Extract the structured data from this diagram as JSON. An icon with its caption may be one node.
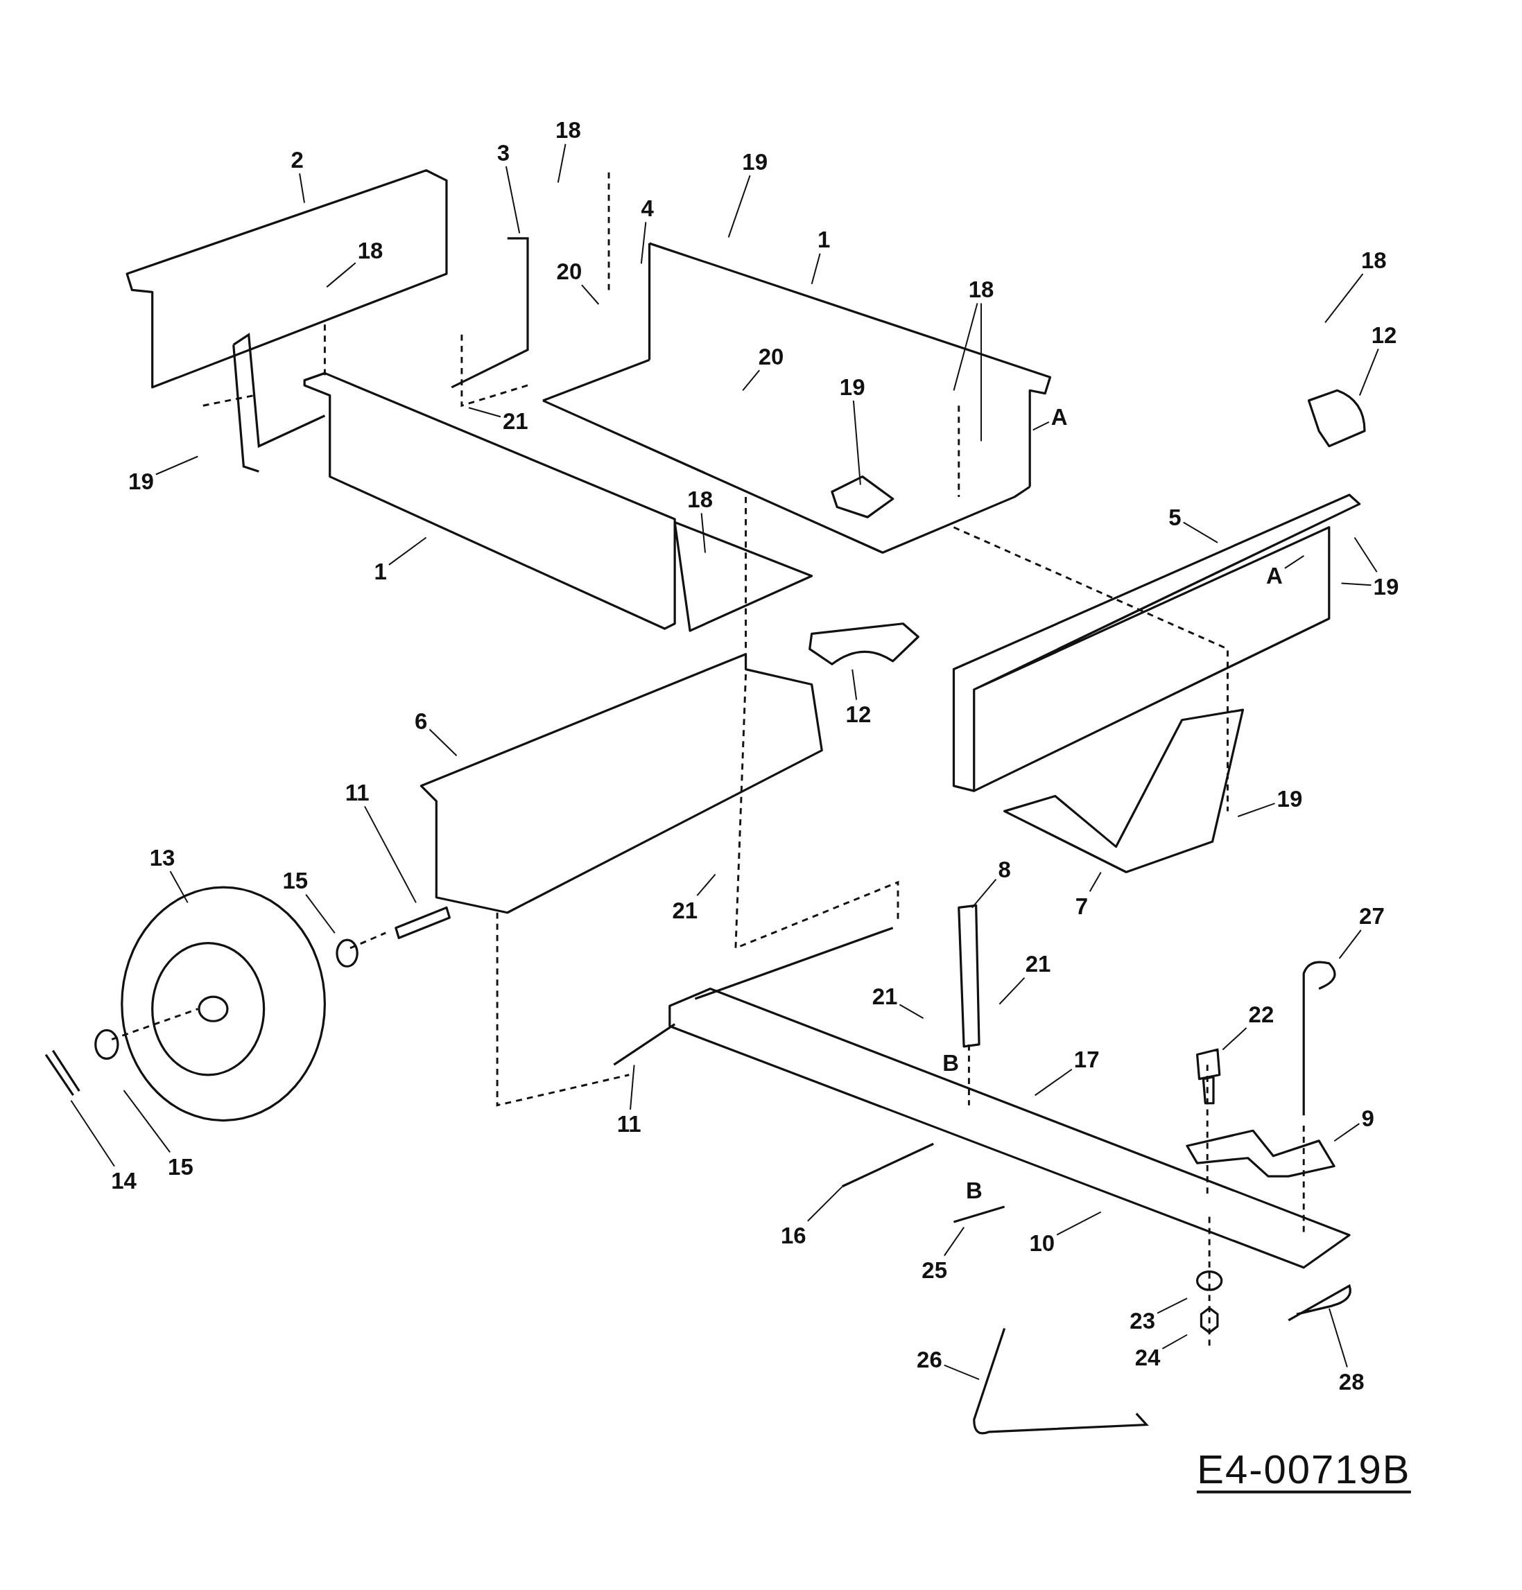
{
  "diagram": {
    "nodes": [
      {
        "text": [
          "18"
        ]
      },
      {
        "text": [
          "2"
        ]
      },
      {
        "text": [
          "19"
        ]
      },
      {
        "text": [
          "3"
        ]
      },
      {
        "text": [
          "4"
        ]
      },
      {
        "text": [
          "18"
        ]
      },
      {
        "text": [
          "1"
        ]
      },
      {
        "text": [
          "20"
        ]
      },
      {
        "text": [
          "18"
        ]
      },
      {
        "text": [
          "18"
        ]
      },
      {
        "text": [
          "12"
        ]
      },
      {
        "text": [
          "20"
        ]
      },
      {
        "text": [
          "19"
        ]
      },
      {
        "text": [
          "A"
        ]
      },
      {
        "text": [
          "21"
        ]
      },
      {
        "text": [
          "19"
        ]
      },
      {
        "text": [
          "18"
        ]
      },
      {
        "text": [
          "1"
        ]
      },
      {
        "text": [
          "5"
        ]
      },
      {
        "text": [
          "A"
        ]
      },
      {
        "text": [
          "19"
        ]
      },
      {
        "text": [
          "12"
        ]
      },
      {
        "text": [
          "6"
        ]
      },
      {
        "text": [
          "11"
        ]
      },
      {
        "text": [
          "19"
        ]
      },
      {
        "text": [
          "13"
        ]
      },
      {
        "text": [
          "15"
        ]
      },
      {
        "text": [
          "8"
        ]
      },
      {
        "text": [
          "21"
        ]
      },
      {
        "text": [
          "7"
        ]
      },
      {
        "text": [
          "27"
        ]
      },
      {
        "text": [
          "21"
        ]
      },
      {
        "text": [
          "21"
        ]
      },
      {
        "text": [
          "22"
        ]
      },
      {
        "text": [
          "17"
        ]
      },
      {
        "text": [
          "11"
        ]
      },
      {
        "text": [
          "9"
        ]
      },
      {
        "text": [
          "15"
        ]
      },
      {
        "text": [
          "14"
        ]
      },
      {
        "text": [
          "16"
        ]
      },
      {
        "text": [
          "10"
        ]
      },
      {
        "text": [
          "25"
        ]
      },
      {
        "text": [
          "23"
        ]
      },
      {
        "text": [
          "28"
        ]
      },
      {
        "text": [
          "24"
        ]
      },
      {
        "text": [
          "26"
        ]
      }
    ],
    "edges": [
      {
        "from": 0,
        "to": null,
        "arrow": "none"
      },
      {
        "from": 1,
        "to": null,
        "arrow": "none"
      },
      {
        "from": 2,
        "to": null,
        "arrow": "none"
      },
      {
        "from": 3,
        "to": null,
        "arrow": "none"
      },
      {
        "from": 4,
        "to": null,
        "arrow": "none"
      },
      {
        "from": 5,
        "to": null,
        "arrow": "none"
      },
      {
        "from": 6,
        "to": null,
        "arrow": "none"
      },
      {
        "from": 7,
        "to": null,
        "arrow": "none"
      },
      {
        "from": 8,
        "to": null,
        "arrow": "none"
      },
      {
        "from": 9,
        "to": null,
        "arrow": "none"
      },
      {
        "from": 9,
        "to": null,
        "arrow": "none"
      },
      {
        "from": 10,
        "to": null,
        "arrow": "none"
      },
      {
        "from": 11,
        "to": null,
        "arrow": "none"
      },
      {
        "from": 12,
        "to": null,
        "arrow": "none"
      },
      {
        "from": 13,
        "to": null,
        "arrow": "none"
      },
      {
        "from": 14,
        "to": null,
        "arrow": "none"
      },
      {
        "from": 15,
        "to": null,
        "arrow": "none"
      },
      {
        "from": 16,
        "to": null,
        "arrow": "none"
      },
      {
        "from": 17,
        "to": null,
        "arrow": "none"
      },
      {
        "from": 18,
        "to": null,
        "arrow": "none"
      },
      {
        "from": 19,
        "to": null,
        "arrow": "none"
      },
      {
        "from": 20,
        "to": null,
        "arrow": "none"
      },
      {
        "from": 20,
        "to": null,
        "arrow": "none"
      },
      {
        "from": 21,
        "to": null,
        "arrow": "none"
      },
      {
        "from": 22,
        "to": null,
        "arrow": "none"
      },
      {
        "from": 23,
        "to": null,
        "arrow": "none"
      },
      {
        "from": 24,
        "to": null,
        "arrow": "none"
      },
      {
        "from": 25,
        "to": null,
        "arrow": "none"
      },
      {
        "from": 26,
        "to": null,
        "arrow": "none"
      },
      {
        "from": 27,
        "to": null,
        "arrow": "none"
      },
      {
        "from": 28,
        "to": null,
        "arrow": "none"
      },
      {
        "from": 29,
        "to": null,
        "arrow": "none"
      },
      {
        "from": 30,
        "to": null,
        "arrow": "none"
      },
      {
        "from": 31,
        "to": null,
        "arrow": "none"
      },
      {
        "from": 32,
        "to": null,
        "arrow": "none"
      },
      {
        "from": 33,
        "to": null,
        "arrow": "none"
      },
      {
        "from": 34,
        "to": null,
        "arrow": "none"
      },
      {
        "from": 35,
        "to": null,
        "arrow": "none"
      },
      {
        "from": 36,
        "to": null,
        "arrow": "none"
      },
      {
        "from": 37,
        "to": null,
        "arrow": "none"
      },
      {
        "from": 38,
        "to": null,
        "arrow": "none"
      },
      {
        "from": 39,
        "to": null,
        "arrow": "none"
      },
      {
        "from": 40,
        "to": null,
        "arrow": "none"
      },
      {
        "from": 41,
        "to": null,
        "arrow": "none"
      },
      {
        "from": 42,
        "to": null,
        "arrow": "none"
      },
      {
        "from": 43,
        "to": null,
        "arrow": "none"
      },
      {
        "from": 44,
        "to": null,
        "arrow": "none"
      },
      {
        "from": 45,
        "to": null,
        "arrow": "none"
      }
    ],
    "labels": [
      "B",
      "B",
      "E4-00719B"
    ]
  }
}
